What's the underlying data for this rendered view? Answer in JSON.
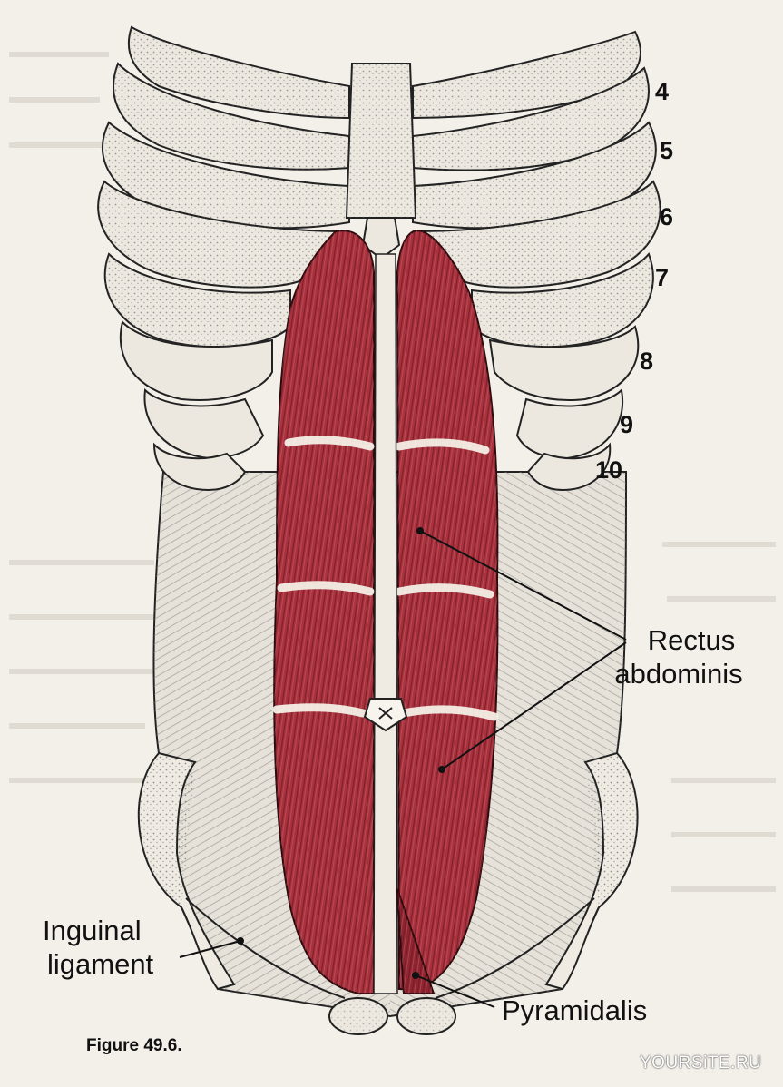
{
  "figure": {
    "caption": "Figure 49.6.",
    "watermark": "YOURSiTE.RU"
  },
  "labels": {
    "rib_numbers": [
      "4",
      "5",
      "6",
      "7",
      "8",
      "9",
      "10"
    ],
    "rectus_line1": "Rectus",
    "rectus_line2": "abdominis",
    "inguinal_line1": "Inguinal",
    "inguinal_line2": "ligament",
    "pyramidalis": "Pyramidalis"
  },
  "colors": {
    "muscle": "#a8323e",
    "muscle_dark": "#7e2028",
    "muscle_highlight": "#d05a66",
    "bone": "#ece8df",
    "fascia": "#e2ded6",
    "ink": "#1a1a1a",
    "page": "#f3f0ea"
  }
}
